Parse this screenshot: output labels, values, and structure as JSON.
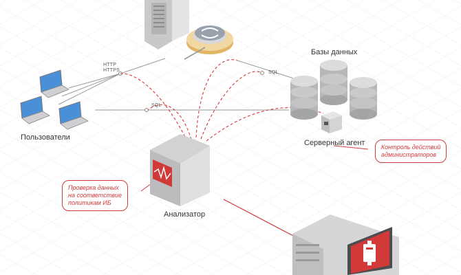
{
  "labels": {
    "users": "Пользователи",
    "databases": "Базы данных",
    "server_agent": "Серверный агент",
    "analyzer": "Анализатор"
  },
  "protocols": {
    "http": "HTTP",
    "https": "HTTPS",
    "sql_top": "SQL",
    "sql_mid": "SQL"
  },
  "callouts": {
    "admin_control": [
      "Контроль действий",
      "администраторов"
    ],
    "policy_check": [
      "Проверка данных",
      "на соответствие",
      "политикам ИБ"
    ]
  },
  "colors": {
    "accent_red": "#d23a3a",
    "server_gray": "#c9c9cb",
    "line_gray": "#9a9a9a",
    "orange_ring": "#e2b566"
  },
  "icons": [
    "app-server-icon",
    "sync-gear-icon",
    "laptop-icon",
    "database-icon",
    "server-agent-icon",
    "analyzer-server-icon",
    "console-server-icon"
  ]
}
